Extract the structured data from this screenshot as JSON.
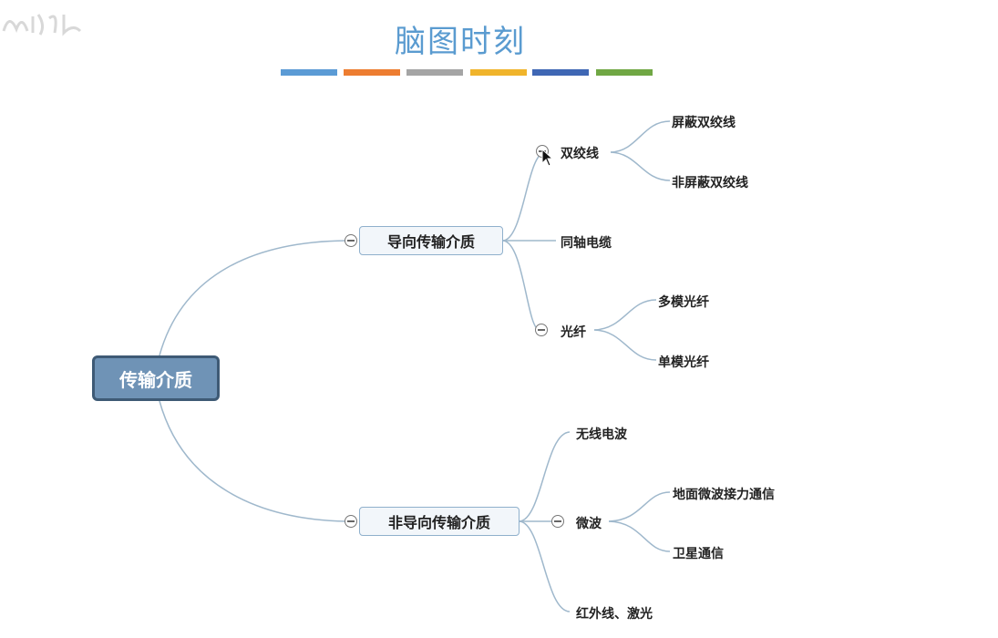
{
  "title": "脑图时刻",
  "title_bar_colors": [
    "#5b9bd5",
    "#ed7d31",
    "#a5a5a5",
    "#f0b42b",
    "#3f67b4",
    "#70a744"
  ],
  "root": {
    "label": "传输介质"
  },
  "guided": {
    "label": "导向传输介质",
    "twisted_pair": {
      "label": "双绞线",
      "children": [
        "屏蔽双绞线",
        "非屏蔽双绞线"
      ]
    },
    "coax": {
      "label": "同轴电缆"
    },
    "fiber": {
      "label": "光纤",
      "children": [
        "多模光纤",
        "单模光纤"
      ]
    }
  },
  "unguided": {
    "label": "非导向传输介质",
    "radio": {
      "label": "无线电波"
    },
    "microwave": {
      "label": "微波",
      "children": [
        "地面微波接力通信",
        "卫星通信"
      ]
    },
    "infrared": {
      "label": "红外线、激光"
    }
  },
  "colors": {
    "root_fill": "#6f93b6",
    "root_border": "#3e5a75",
    "line": "#9fb8cc",
    "title": "#5a9bd0"
  }
}
